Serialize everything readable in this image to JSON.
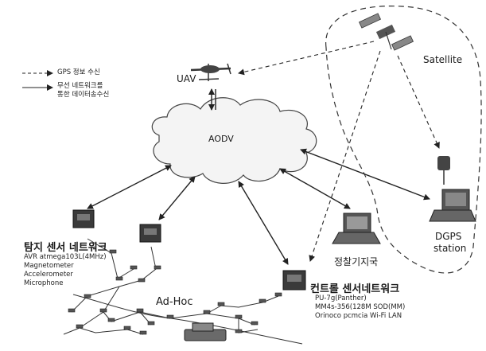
{
  "legend": {
    "gps_line": "GPS 정보 수신",
    "wireless_line_1": "무선 네트워크를",
    "wireless_line_2": "통한 데이터송수신"
  },
  "nodes": {
    "uav": "UAV",
    "satellite": "Satellite",
    "cloud": "AODV",
    "dgps_1": "DGPS",
    "dgps_2": "station",
    "ground_station": "정찰기지국",
    "adhoc": "Ad-Hoc"
  },
  "detection_network": {
    "title": "탐지 센서 네트워크",
    "specs": [
      "AVR atmega103L(4MHz)",
      "Magnetometer",
      "Accelerometer",
      "Microphone"
    ]
  },
  "control_network": {
    "title": "컨트롤 센서네트워크",
    "specs": [
      "PU-7g(Panther)",
      "MM4s-356(128M SOD(MM)",
      "Orinoco pcmcia Wi-Fi LAN"
    ]
  },
  "colors": {
    "line": "#222222",
    "device": "#3a3a3a",
    "cloud_fill": "#f4f4f4"
  }
}
